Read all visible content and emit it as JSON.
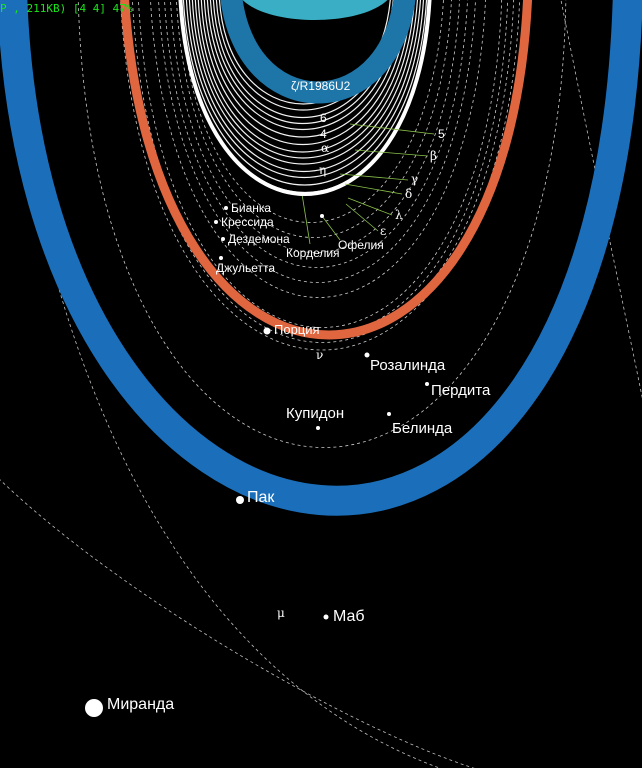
{
  "status_bar": "P , 211KB) [4 4] 47%",
  "colors": {
    "background": "#000000",
    "planet": "#3aaec4",
    "zeta_ring": "#1e76a8",
    "mu_ring": "#1b6fba",
    "nu_ring": "#e0663f",
    "narrow_rings": "#ffffff",
    "orbits": "#ffffff",
    "pointer_lines": "#8bc34a"
  },
  "ring_labels": {
    "zeta": "ζ/R1986U2",
    "r6": "6",
    "r5": "5",
    "r4": "4",
    "alpha": "α",
    "beta": "β",
    "eta": "η",
    "gamma": "γ",
    "delta": "δ",
    "lambda": "λ",
    "epsilon": "ε",
    "nu": "ν",
    "mu": "μ"
  },
  "moons": {
    "bianca": "Бианка",
    "cressida": "Крессида",
    "desdemona": "Дездемона",
    "juliet": "Джульетта",
    "cordelia": "Корделия",
    "ophelia": "Офелия",
    "portia": "Порция",
    "rosalind": "Розалинда",
    "perdita": "Пердита",
    "cupid": "Купидон",
    "belinda": "Белинда",
    "puck": "Пак",
    "mab": "Маб",
    "miranda": "Миранда"
  }
}
